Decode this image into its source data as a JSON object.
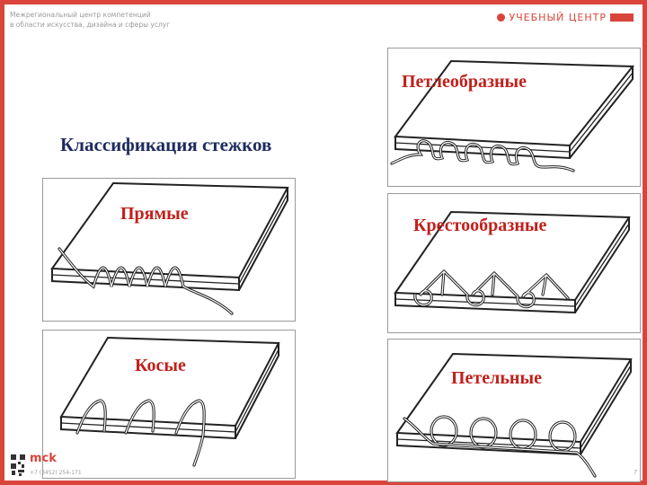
{
  "header": {
    "org_line1": "Межрегиональный центр компетенций",
    "org_line2": "в области искусства, дизайна и сферы услуг",
    "logo_text": "УЧЕБНЫЙ ЦЕНТР"
  },
  "title": "Классификация стежков",
  "panels": [
    {
      "label": "Прямые",
      "icon": "straight-stitch-illustration"
    },
    {
      "label": "Косые",
      "icon": "slanted-stitch-illustration"
    },
    {
      "label": "Петлеобразные",
      "icon": "loop-stitch-illustration"
    },
    {
      "label": "Крестообразные",
      "icon": "cross-stitch-illustration"
    },
    {
      "label": "Петельные",
      "icon": "buttonhole-stitch-illustration"
    }
  ],
  "footer": {
    "brand": "mck",
    "phone": "+7 (3452) 254-171",
    "page_number": "7"
  },
  "colors": {
    "frame": "#d9453b",
    "title": "#1c2a5e",
    "label": "#c0201c"
  }
}
